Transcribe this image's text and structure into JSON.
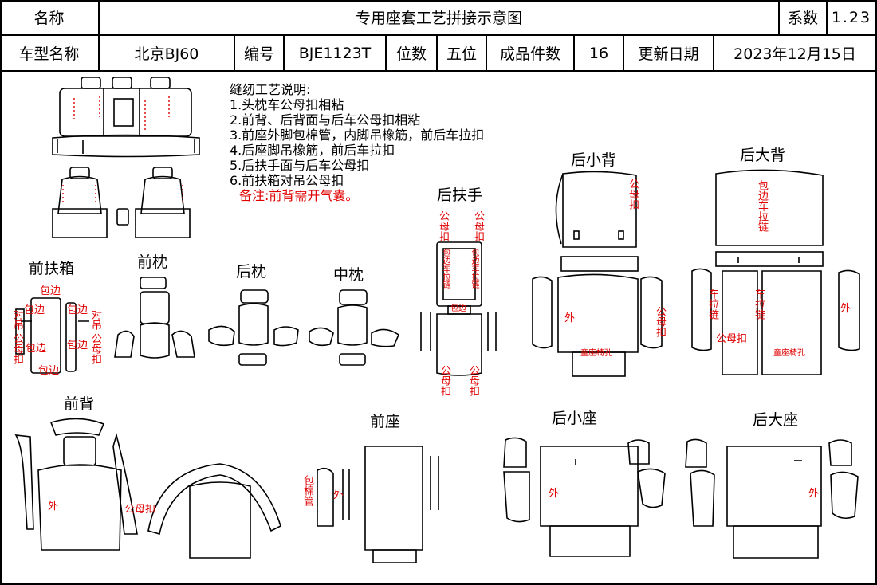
{
  "header": {
    "name_label": "名称",
    "title": "专用座套工艺拼接示意图",
    "coef_label": "系数",
    "coef_value": "1.23",
    "model_label": "车型名称",
    "model_value": "北京BJ60",
    "code_label": "编号",
    "code_value": "BJE1123T",
    "seats_label": "位数",
    "seats_value": "五位",
    "pieces_label": "成品件数",
    "pieces_value": "16",
    "date_label": "更新日期",
    "date_value": "2023年12月15日"
  },
  "notes": {
    "heading": "缝纫工艺说明:",
    "lines": [
      "1.头枕车公母扣相粘",
      "2.前背、后背面与后车公母扣相粘",
      "3.前座外脚包棉管，内脚吊橡筋，前后车拉扣",
      "4.后座脚吊橡筋，前后车拉扣",
      "5.后扶手面与后车公母扣",
      "6.前扶箱对吊公母扣"
    ],
    "remark": "备注:前背需开气囊。"
  },
  "sections": {
    "front_armbox": "前扶箱",
    "front_headrest": "前枕",
    "rear_headrest": "后枕",
    "middle_headrest": "中枕",
    "rear_armrest": "后扶手",
    "rear_small_back": "后小背",
    "rear_large_back": "后大背",
    "front_back": "前背",
    "front_seat": "前座",
    "rear_small_seat": "后小座",
    "rear_large_seat": "后大座"
  },
  "annotations": {
    "wrap": "包边",
    "hang_pair": "对吊",
    "snap": "公母扣",
    "snap_v": "公母扣",
    "wrap_zip_v": "包边车拉链",
    "pull_zip_v": "车拉链",
    "outer": "外",
    "child_seat": "童座椅孔",
    "cotton_tube_v": "包棉管"
  }
}
